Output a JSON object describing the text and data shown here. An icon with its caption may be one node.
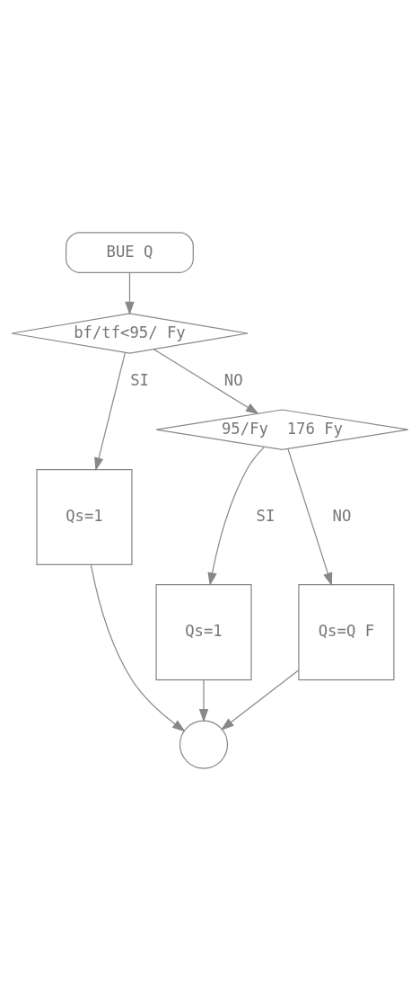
{
  "diagram": {
    "nodes": [
      {
        "text": [
          "BUE Q"
        ]
      },
      {
        "text": [
          "bf/tf<95/ Fy"
        ]
      },
      {
        "text": [
          "Qs=1"
        ]
      },
      {
        "text": [
          "95/Fy  176 Fy"
        ]
      },
      {
        "text": [
          "Qs=1"
        ]
      },
      {
        "text": [
          "Qs=Q F"
        ]
      },
      {
        "text": [],
        "shape": "circle"
      }
    ],
    "edges": [
      {
        "from": 0,
        "to": 1,
        "arrow": "to"
      },
      {
        "from": 1,
        "to": 2,
        "arrow": "to",
        "label": "SI"
      },
      {
        "from": 1,
        "to": 3,
        "arrow": "to",
        "label": "NO"
      },
      {
        "from": 3,
        "to": 4,
        "arrow": "to",
        "label": "SI"
      },
      {
        "from": 3,
        "to": 5,
        "arrow": "to",
        "label": "NO"
      },
      {
        "from": 5,
        "to": 6,
        "arrow": "to"
      },
      {
        "from": 4,
        "to": 6,
        "arrow": "to"
      },
      {
        "from": 2,
        "to": 6,
        "arrow": "to"
      }
    ]
  }
}
